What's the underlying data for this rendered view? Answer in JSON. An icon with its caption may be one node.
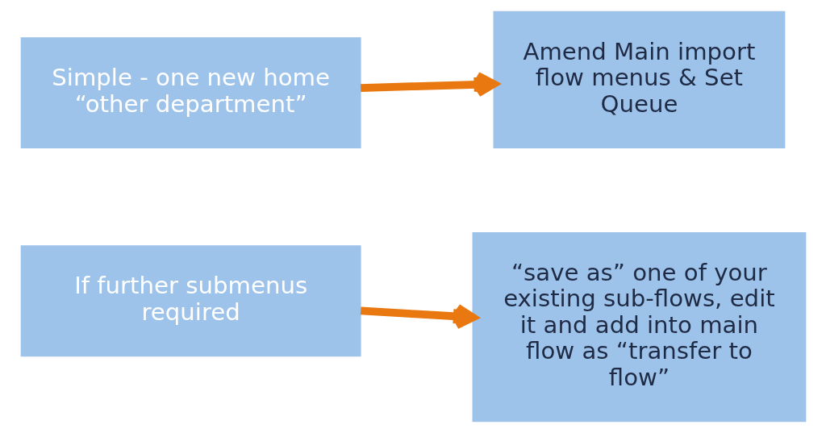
{
  "diagram": {
    "nodes": [
      {
        "text": [
          "Simple - one new home “other department”"
        ]
      },
      {
        "text": [
          "Amend Main import flow menus & Set Queue"
        ]
      },
      {
        "text": [
          "If further submenus required"
        ]
      },
      {
        "text": [
          "“save as” one of your existing sub-flows, edit it and add into main flow as “transfer to flow”"
        ]
      }
    ],
    "edges": [
      {
        "from": 0,
        "to": 1,
        "arrow": "to"
      },
      {
        "from": 2,
        "to": 3,
        "arrow": "to"
      }
    ]
  }
}
